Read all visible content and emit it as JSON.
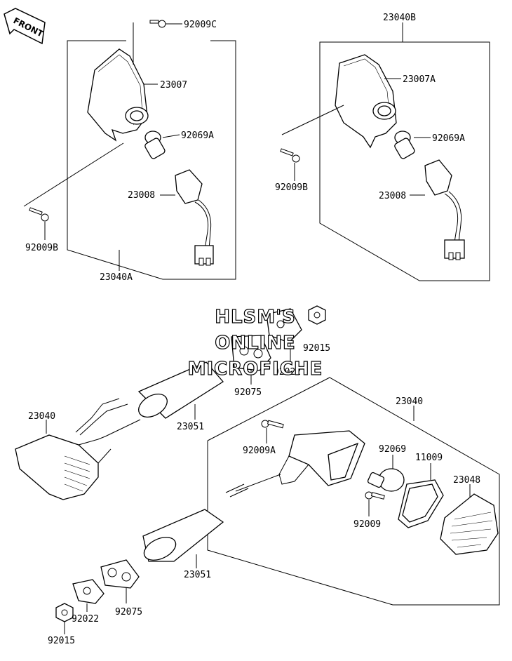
{
  "watermark": {
    "line1": "HLSM'S",
    "line2": "ONLINE",
    "line3": "MICROFICHE"
  },
  "front_arrow": {
    "label": "FRONT"
  },
  "labels": {
    "p92009C": "92009C",
    "p23007": "23007",
    "p92069A_l": "92069A",
    "p23008_l": "23008",
    "p92009B_l": "92009B",
    "p23040A": "23040A",
    "p23040B": "23040B",
    "p23007A": "23007A",
    "p92069A_r": "92069A",
    "p92009B_r": "92009B",
    "p23008_r": "23008",
    "p92015_top": "92015",
    "p92022_top": "92022",
    "p92075_top": "92075",
    "p23040_left": "23040",
    "p23051_top": "23051",
    "p23040_right": "23040",
    "p92009A": "92009A",
    "p92069": "92069",
    "p11009": "11009",
    "p23048": "23048",
    "p92009": "92009",
    "p23051_bot": "23051",
    "p92075_bot": "92075",
    "p92022_bot": "92022",
    "p92015_bot": "92015"
  }
}
